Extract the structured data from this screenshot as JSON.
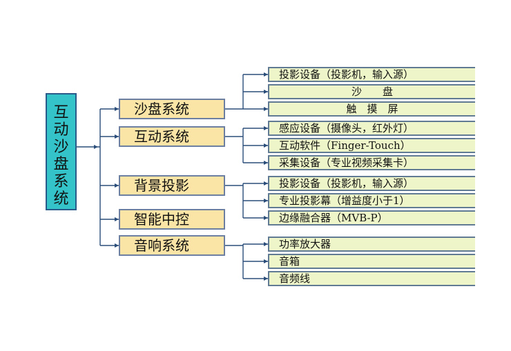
{
  "root": {
    "label": "互动沙盘系统",
    "chars": [
      "互",
      "动",
      "沙",
      "盘",
      "系",
      "统"
    ]
  },
  "categories": [
    {
      "label": "沙盘系统",
      "items": [
        {
          "label": "投影设备（投影机，输入源）",
          "align": "left"
        },
        {
          "label": "沙　　盘",
          "align": "center"
        },
        {
          "label": "触　摸　屏",
          "align": "center"
        }
      ]
    },
    {
      "label": "互动系统",
      "items": [
        {
          "label": "感应设备（摄像头，红外灯）",
          "align": "left"
        },
        {
          "label": "互动软件（Finger-Touch）",
          "align": "left"
        },
        {
          "label": "采集设备（专业视频采集卡）",
          "align": "left"
        }
      ]
    },
    {
      "label": "背景投影",
      "items": [
        {
          "label": "投影设备（投影机，输入源）",
          "align": "left"
        },
        {
          "label": "专业投影幕（增益度小于1）",
          "align": "left"
        },
        {
          "label": "边缘融合器（MVB-P）",
          "align": "left"
        }
      ]
    },
    {
      "label": "智能中控",
      "items": []
    },
    {
      "label": "音响系统",
      "items": [
        {
          "label": "功率放大器",
          "align": "left"
        },
        {
          "label": "音箱",
          "align": "left"
        },
        {
          "label": "音频线",
          "align": "left"
        }
      ]
    }
  ],
  "colors": {
    "root_fill": "#33c3c8",
    "category_fill": "#fbe5a6",
    "leaf_fill": "#eef5c8",
    "connector": "#2a4d7a"
  }
}
